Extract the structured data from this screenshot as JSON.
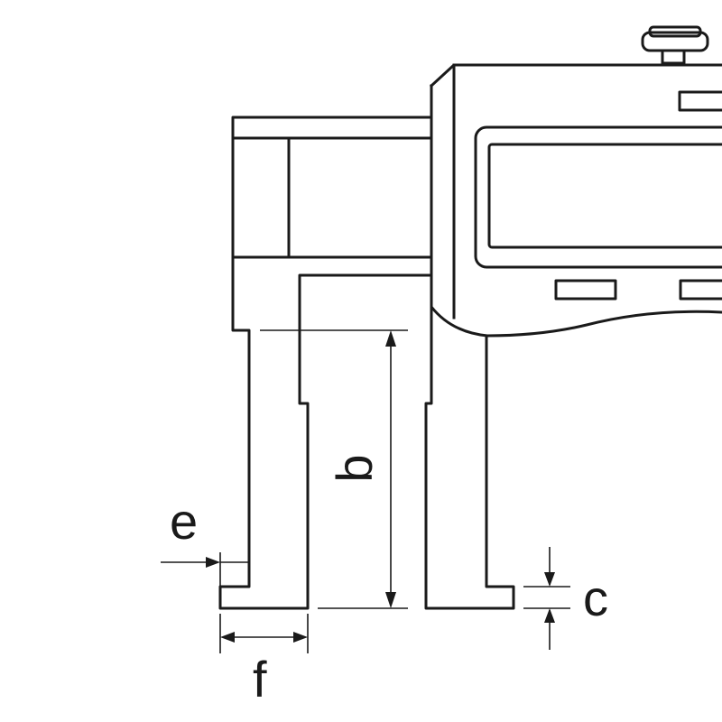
{
  "labels": {
    "b": "b",
    "c": "c",
    "e": "e",
    "f": "f"
  },
  "colors": {
    "line": "#1a1a1a",
    "background": "#ffffff"
  }
}
